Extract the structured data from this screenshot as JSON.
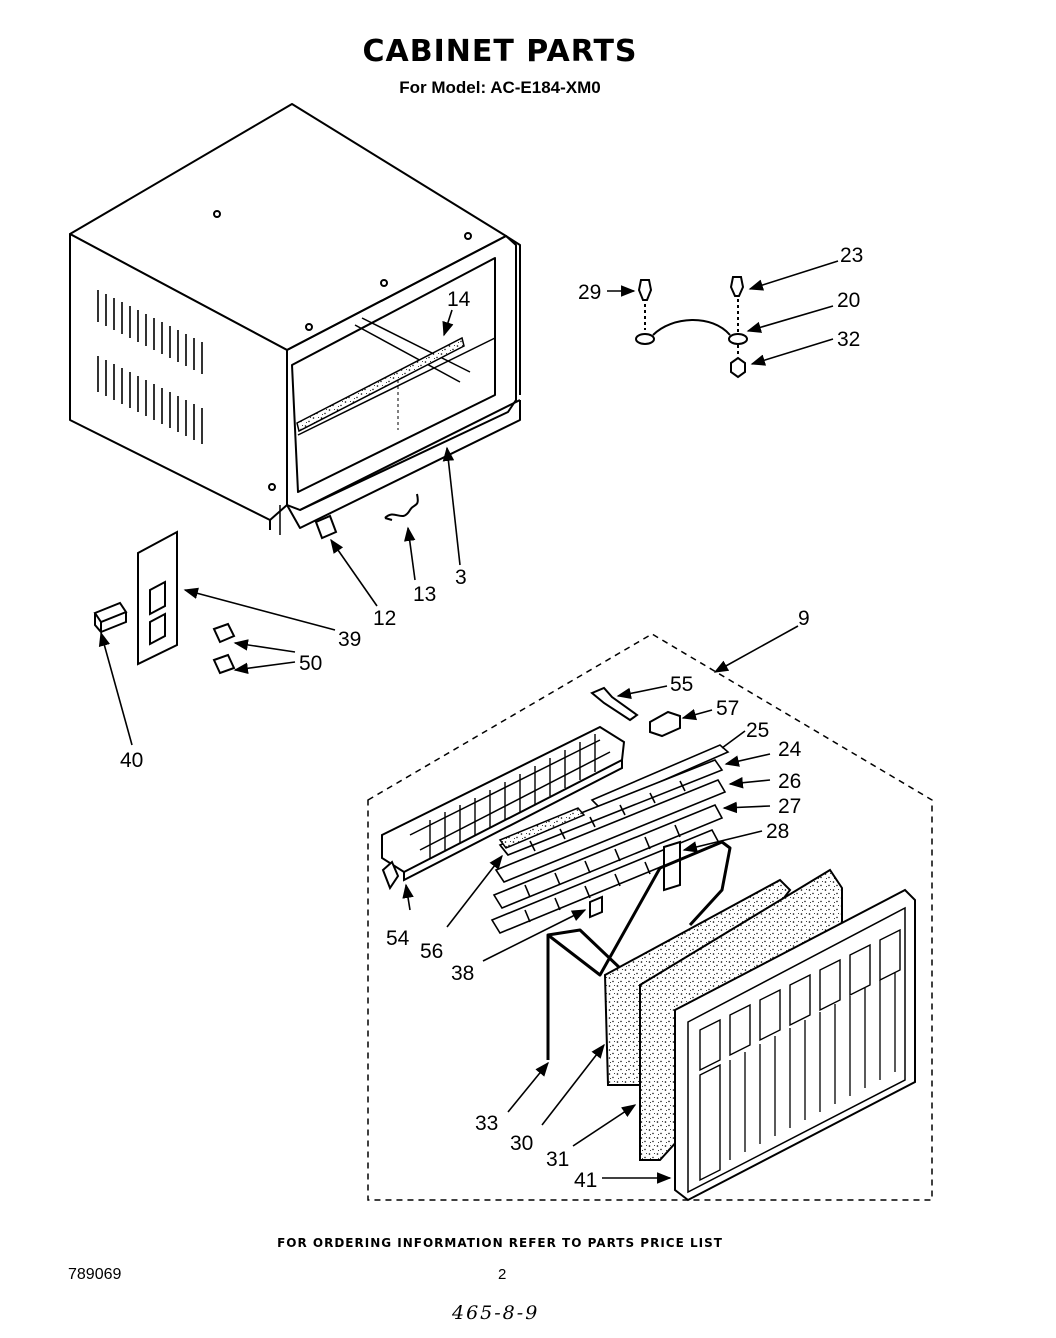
{
  "header": {
    "title": "CABINET PARTS",
    "subtitle": "For Model: AC-E184-XM0"
  },
  "labels": {
    "p3": "3",
    "p9": "9",
    "p12": "12",
    "p13": "13",
    "p14": "14",
    "p20": "20",
    "p23": "23",
    "p24": "24",
    "p25": "25",
    "p26": "26",
    "p27": "27",
    "p28": "28",
    "p29": "29",
    "p30": "30",
    "p31": "31",
    "p32": "32",
    "p33": "33",
    "p38": "38",
    "p39": "39",
    "p40": "40",
    "p41": "41",
    "p50": "50",
    "p54": "54",
    "p55": "55",
    "p56": "56",
    "p57": "57"
  },
  "footer": {
    "ordering_note": "FOR ORDERING INFORMATION REFER TO PARTS PRICE LIST",
    "document_number": "789069",
    "page_number": "2",
    "handwritten_note": "465-8-9"
  }
}
